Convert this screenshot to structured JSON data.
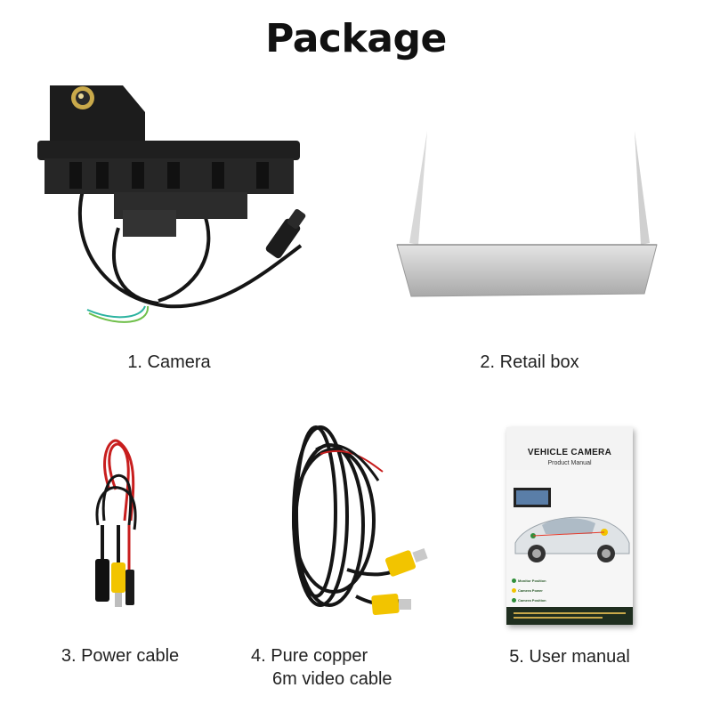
{
  "title": "Package",
  "items": [
    {
      "caption": "1. Camera"
    },
    {
      "caption": "2. Retail box"
    },
    {
      "caption": "3. Power cable"
    },
    {
      "caption_lines": [
        "4. Pure copper",
        "6m video cable"
      ]
    },
    {
      "caption": "5. User manual"
    }
  ],
  "manual": {
    "title": "VEHICLE CAMERA",
    "subtitle": "Product Manual",
    "legend": [
      "Monitor Position",
      "Camera Power",
      "Camera Position"
    ]
  },
  "colors": {
    "camera_body": "#1c1c1c",
    "lens_ring": "#c9a94a",
    "box": "#b9b9b9",
    "cable_red": "#c81e1e",
    "cable_black": "#151515",
    "rca_yellow": "#f2c400",
    "accent_green": "#2f8f3a"
  }
}
